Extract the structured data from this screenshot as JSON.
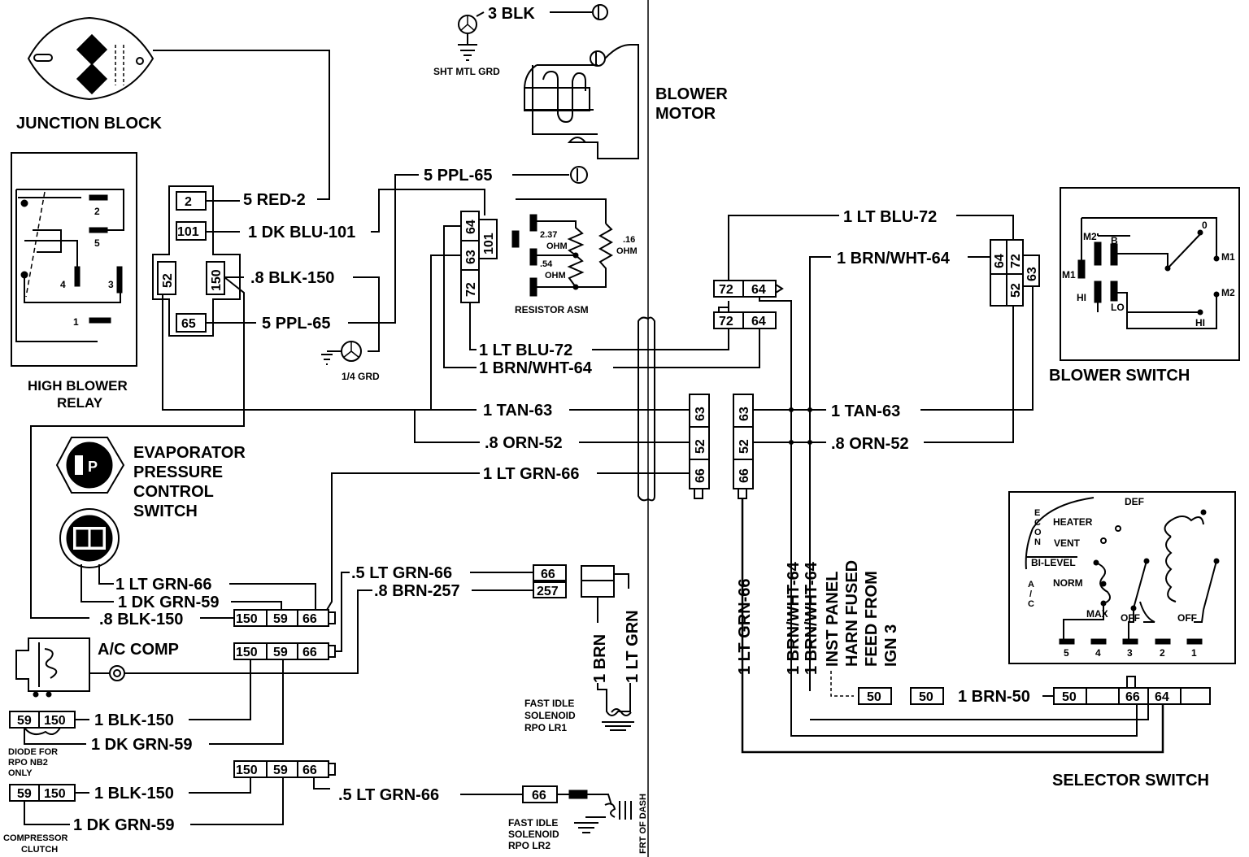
{
  "components": {
    "junction_block": "JUNCTION BLOCK",
    "high_blower_relay": [
      "HIGH BLOWER",
      "RELAY"
    ],
    "blower_motor": [
      "BLOWER",
      "MOTOR"
    ],
    "resistor_asm": "RESISTOR ASM",
    "blower_switch": "BLOWER SWITCH",
    "evaporator_switch": [
      "EVAPORATOR",
      "PRESSURE",
      "CONTROL",
      "SWITCH"
    ],
    "ac_comp": "A/C  COMP",
    "selector_switch": "SELECTOR  SWITCH",
    "sheet_metal_ground": "SHT MTL GRD",
    "quarter_ground": "1/4 GRD",
    "diode": [
      "DIODE FOR",
      "RPO NB2",
      "ONLY"
    ],
    "compressor_clutch": [
      "COMPRESSOR",
      "CLUTCH"
    ],
    "fast_idle_lr1": [
      "FAST IDLE",
      "SOLENOID",
      "RPO LR1"
    ],
    "fast_idle_lr2": [
      "FAST IDLE",
      "SOLENOID",
      "RPO LR2"
    ],
    "front_of_dash": "FRT OF DASH",
    "inst_panel_feed": [
      "INST PANEL",
      "HARN FUSED",
      "FEED FROM",
      "IGN 3"
    ]
  },
  "wires": {
    "blk3": "3  BLK",
    "red2": "5  RED-2",
    "dkblu101": "1  DK BLU-101",
    "blk150_a": ".8  BLK-150",
    "ppl65_a": "5  PPL-65",
    "ppl65_b": "5  PPL-65",
    "ltblu72_a": "1  LT BLU-72",
    "brnwht64_a": "1  BRN/WHT-64",
    "tan63_a": "1  TAN-63",
    "orn52_a": ".8  ORN-52",
    "ltgrn66_a": "1  LT GRN-66",
    "ltblu72_b": "1  LT BLU-72",
    "brnwht64_b": "1  BRN/WHT-64",
    "tan63_b": "1  TAN-63",
    "orn52_b": ".8  ORN-52",
    "evap_ltgrn66": "1  LT GRN-66",
    "evap_dkgrn59": "1  DK GRN-59",
    "evap_blk150": ".8  BLK-150",
    "ltgrn66_c": ".5  LT GRN-66",
    "brn257": ".8  BRN-257",
    "diode_blk150": "1  BLK-150",
    "diode_dkgrn59": "1  DK GRN-59",
    "clutch_blk150": "1  BLK-150",
    "clutch_dkgrn59": "1  DK GRN-59",
    "lr2_ltgrn66": ".5  LT GRN-66",
    "lr1_brn": "1  BRN",
    "lr1_ltgrn": "1  LT GRN",
    "vert_ltgrn66": "1  LT GRN-66",
    "vert_brnwht64_1": "1  BRN/WHT-64",
    "vert_brnwht64_2": "1  BRN/WHT-64",
    "brn50": "1  BRN-50"
  },
  "terminals": {
    "jb_2": "2",
    "jb_101": "101",
    "jb_52": "52",
    "jb_150": "150",
    "jb_65": "65",
    "res_64": "64",
    "res_63": "63",
    "res_101": "101",
    "res_72": "72",
    "pair1_72": "72",
    "pair1_64": "64",
    "pair2_72": "72",
    "pair2_64": "64",
    "bs_64": "64",
    "bs_72": "72",
    "bs_52": "52",
    "bs_63": "63",
    "dash_l_63": "63",
    "dash_l_52": "52",
    "dash_l_66": "66",
    "dash_r_63": "63",
    "dash_r_52": "52",
    "dash_r_66": "66",
    "c1_150": "150",
    "c1_59": "59",
    "c1_66": "66",
    "c2_150": "150",
    "c2_59": "59",
    "c2_66": "66",
    "c3_150": "150",
    "c3_59": "59",
    "c3_66": "66",
    "lr1_66": "66",
    "lr1_257": "257",
    "diode_59": "59",
    "diode_150": "150",
    "clutch_59": "59",
    "clutch_150": "150",
    "lr2_66": "66",
    "fuse_50a": "50",
    "fuse_50b": "50",
    "sel_50": "50",
    "sel_66": "66",
    "sel_64": "64"
  },
  "relay_pins": [
    "2",
    "5",
    "4",
    "3",
    "1"
  ],
  "resistors": {
    "r1": "2.37",
    "r1u": "OHM",
    "r2": ".54",
    "r2u": "OHM",
    "r3": ".16",
    "r3u": "OHM"
  },
  "blower_switch_labels": {
    "m2": "M2",
    "b": "B",
    "m1": "M1",
    "hi": "HI",
    "lo": "LO",
    "m1r": "M1",
    "m2r": "M2",
    "hib": "HI",
    "zero": "0"
  },
  "selector_labels": {
    "def": "DEF",
    "heater": "HEATER",
    "vent": "VENT",
    "bilevel": "BI-LEVEL",
    "norm": "NORM",
    "max": "MAX",
    "off1": "OFF",
    "off2": "OFF",
    "econ": [
      "E",
      "C",
      "O",
      "N"
    ],
    "ac": [
      "A",
      "/",
      "C"
    ],
    "pins": [
      "5",
      "4",
      "3",
      "2",
      "1"
    ]
  }
}
